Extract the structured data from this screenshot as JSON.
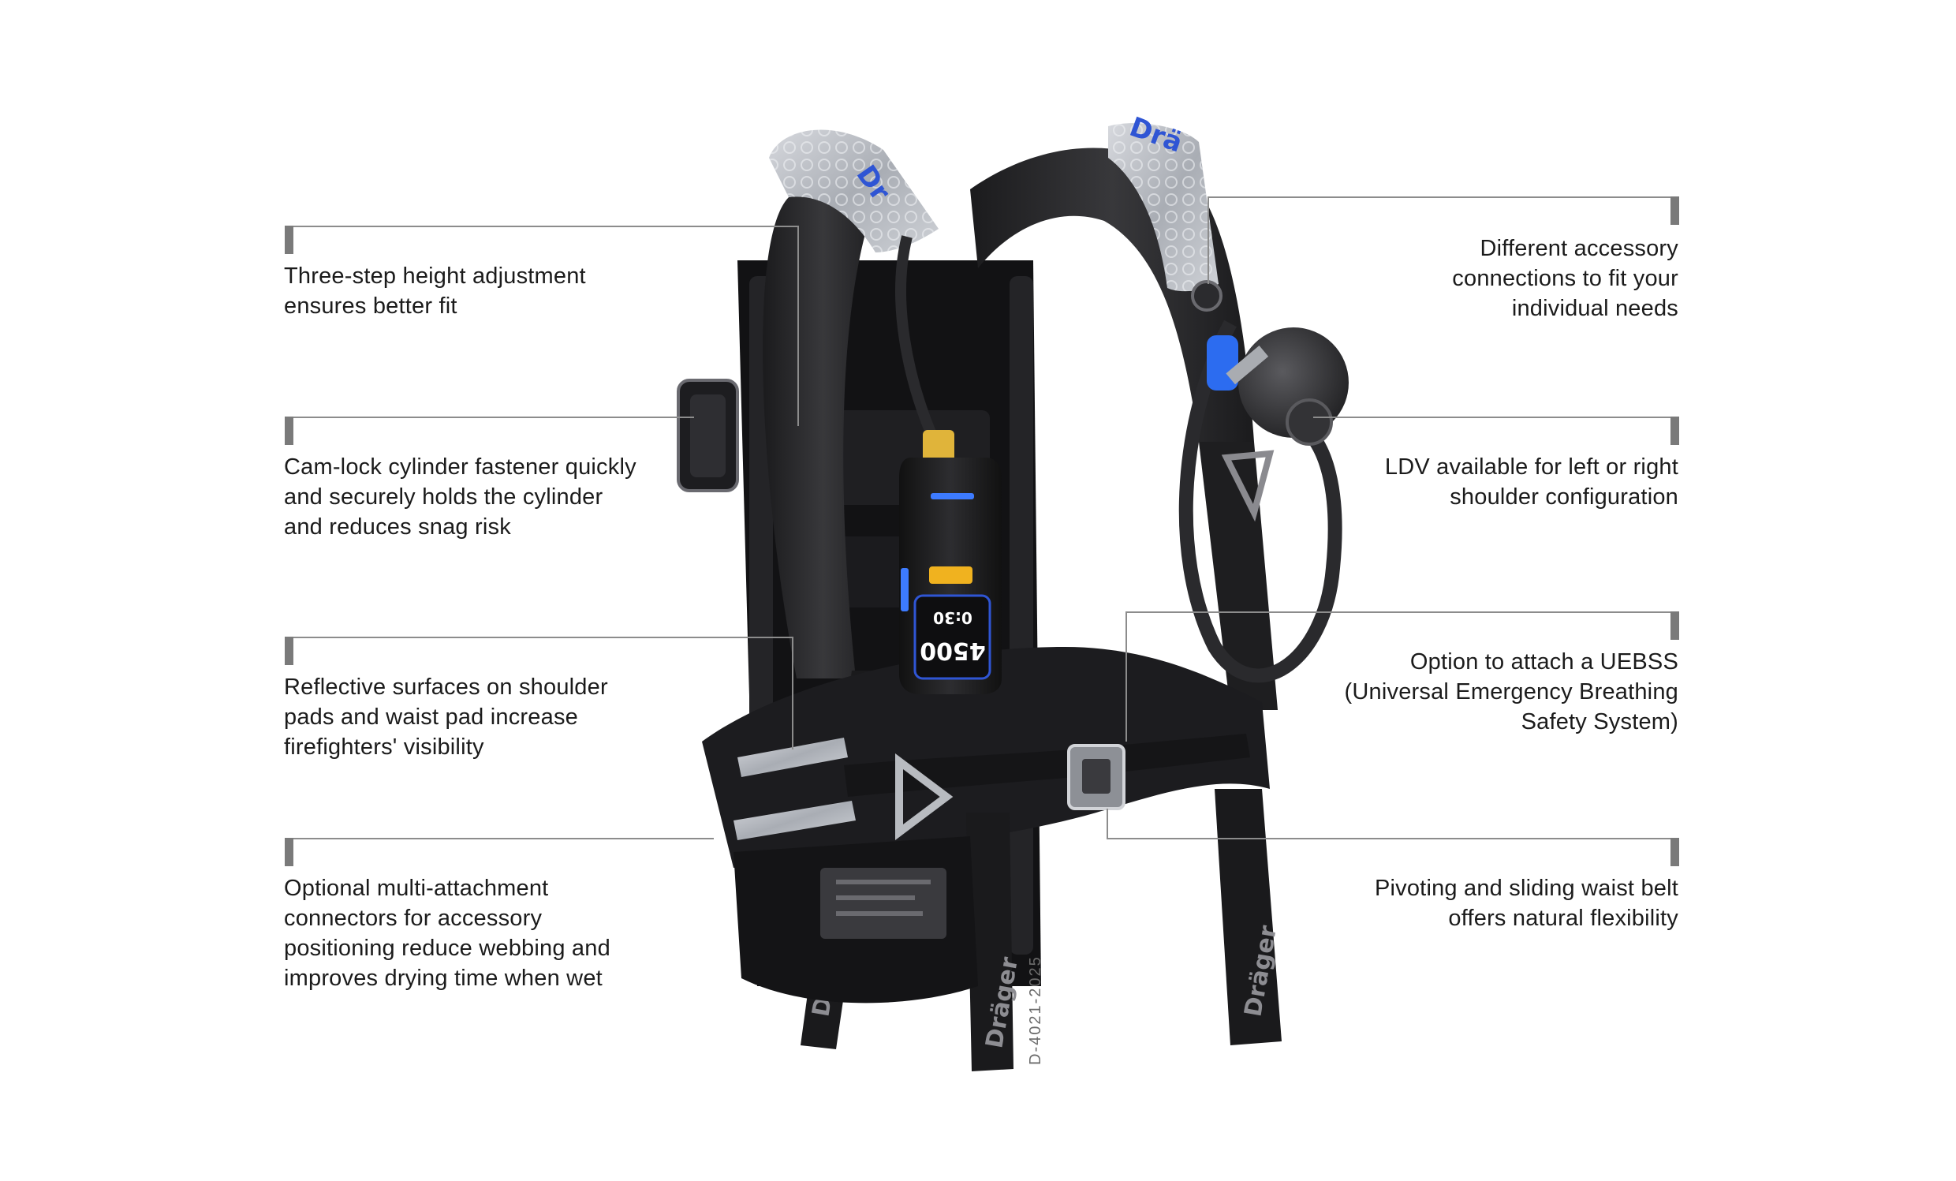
{
  "callouts_left": [
    {
      "id": "height-adjustment",
      "lines": [
        "Three-step height adjustment",
        "ensures better fit"
      ]
    },
    {
      "id": "cam-lock",
      "lines": [
        "Cam-lock cylinder fastener quickly",
        "and securely holds the cylinder",
        "and reduces snag risk"
      ]
    },
    {
      "id": "reflective-surfaces",
      "lines": [
        "Reflective surfaces on shoulder",
        "pads and waist pad increase",
        "firefighters' visibility"
      ]
    },
    {
      "id": "multi-attachment",
      "lines": [
        "Optional multi-attachment",
        "connectors for accessory",
        "positioning reduce webbing and",
        "improves drying time when wet"
      ]
    }
  ],
  "callouts_right": [
    {
      "id": "accessory-connections",
      "lines": [
        "Different accessory",
        "connections to fit your",
        "individual needs"
      ]
    },
    {
      "id": "ldv",
      "lines": [
        "LDV available for left or right",
        "shoulder configuration"
      ]
    },
    {
      "id": "uebss",
      "lines": [
        "Option to attach a UEBSS",
        "(Universal Emergency Breathing",
        "Safety System)"
      ]
    },
    {
      "id": "waist-belt",
      "lines": [
        "Pivoting and sliding waist belt",
        "offers natural flexibility"
      ]
    }
  ],
  "device": {
    "pressure_reading": "4500",
    "time_reading": "0:30",
    "brand_strap_text": "Dräger"
  },
  "reference_code": "D-4021-2025",
  "colors": {
    "frame": "#1c1c1e",
    "pad": "#2a2a2c",
    "reflective": "#b9bcc2",
    "brand_blue": "#2f55d4",
    "led_blue": "#3d7bff",
    "leader_line": "#8c8c8c",
    "marker": "#7a7a7a",
    "text": "#1b1b1b"
  }
}
